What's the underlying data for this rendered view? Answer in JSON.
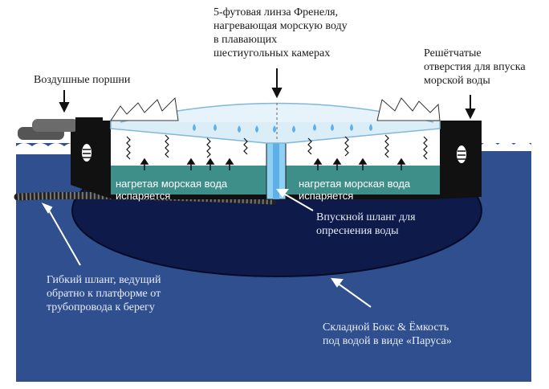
{
  "labels": {
    "fresnel_lens": "5-футовая линза Френеля,\nнагревающая морскую воду\nв плавающих\nшестиугольных камерах",
    "grated_openings": "Решётчатые\nотверстия для впуска\nморской воды",
    "air_pistons": "Воздушные поршни",
    "heated_water_left": "нагретая морская вода\nиспаряется",
    "heated_water_right": "нагретая морская вода\nиспаряется",
    "intake_hose": "Впускной шланг для\nопреснения воды",
    "flexible_hose": "Гибкий шланг, ведущий\nобратно к платформе от\nтрубопровода к берегу",
    "folding_box": "Складной Бокс & Ёмкость\nпод водой в виде «Паруса»"
  },
  "colors": {
    "sea": "#2f4f8f",
    "sea_light": "#3a5ea0",
    "hull": "#0d1a4a",
    "heated_water": "#3e8f8a",
    "chamber": "#ffffff",
    "lens": "#dbeef7",
    "droplet": "#5fb0e8",
    "frame": "#111111"
  },
  "icons": [
    "arrow-icon",
    "wave-icon",
    "droplet-icon",
    "spring-icon",
    "piston-icon",
    "hose-icon"
  ]
}
